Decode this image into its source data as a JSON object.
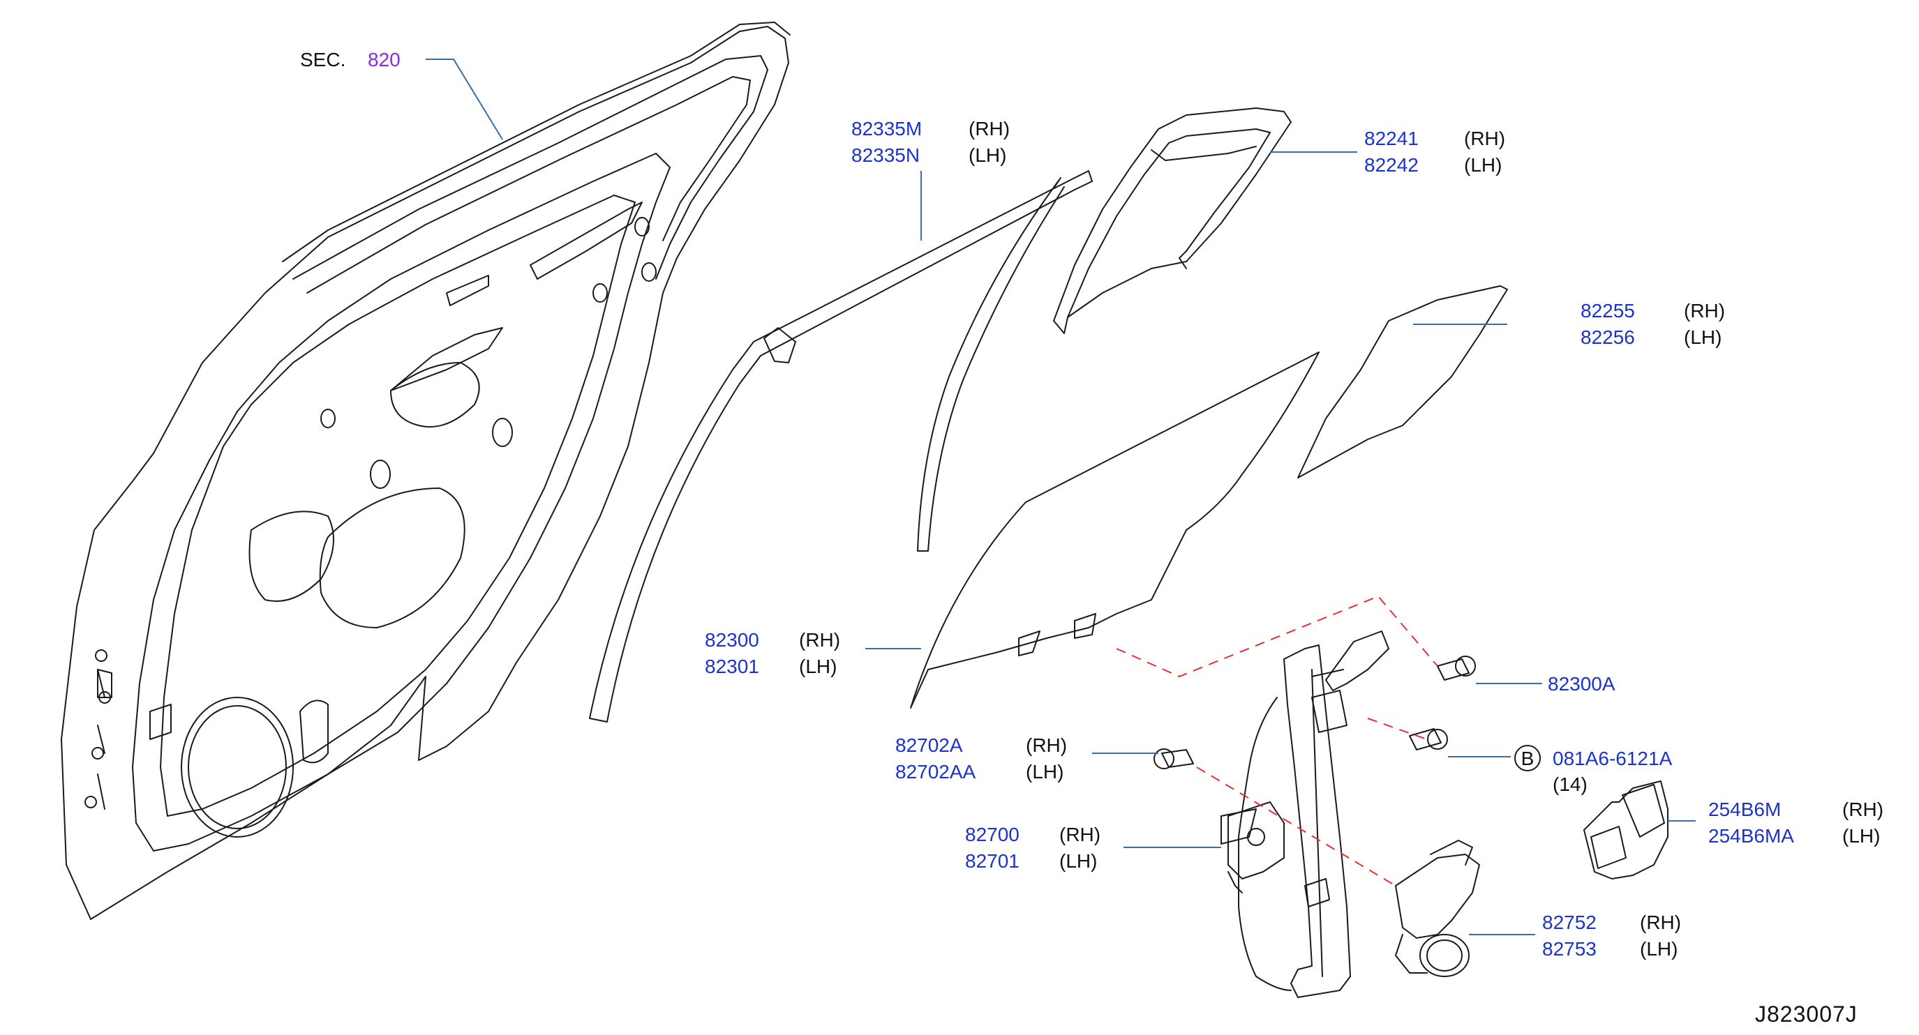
{
  "section_ref": {
    "prefix": "SEC.",
    "number": "820"
  },
  "callouts": [
    {
      "id": "82335",
      "parts": [
        "82335M",
        "82335N"
      ],
      "sides": [
        "(RH)",
        "(LH)"
      ]
    },
    {
      "id": "82241",
      "parts": [
        "82241",
        "82242"
      ],
      "sides": [
        "(RH)",
        "(LH)"
      ]
    },
    {
      "id": "82255",
      "parts": [
        "82255",
        "82256"
      ],
      "sides": [
        "(RH)",
        "(LH)"
      ]
    },
    {
      "id": "82300",
      "parts": [
        "82300",
        "82301"
      ],
      "sides": [
        "(RH)",
        "(LH)"
      ]
    },
    {
      "id": "82300A",
      "parts": [
        "82300A"
      ],
      "sides": []
    },
    {
      "id": "081A6",
      "parts": [
        "081A6-6121A"
      ],
      "sides": [],
      "circle_letter": "B",
      "quantity": "(14)"
    },
    {
      "id": "82702",
      "parts": [
        "82702A",
        "82702AA"
      ],
      "sides": [
        "(RH)",
        "(LH)"
      ]
    },
    {
      "id": "254B6",
      "parts": [
        "254B6M",
        "254B6MA"
      ],
      "sides": [
        "(RH)",
        "(LH)"
      ]
    },
    {
      "id": "82700",
      "parts": [
        "82700",
        "82701"
      ],
      "sides": [
        "(RH)",
        "(LH)"
      ]
    },
    {
      "id": "82752",
      "parts": [
        "82752",
        "82753"
      ],
      "sides": [
        "(RH)",
        "(LH)"
      ]
    }
  ],
  "diagram_code": "J823007J",
  "colors": {
    "part_number": "#1a33cc",
    "section_number": "#8a2be2",
    "leader": "#3a6ea5",
    "dashed": "#e83030",
    "line": "#1a1a1a"
  }
}
